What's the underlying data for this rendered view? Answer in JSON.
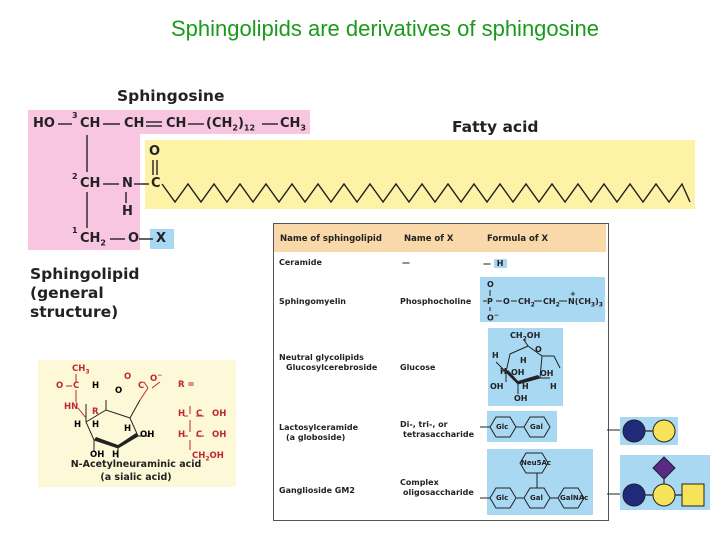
{
  "title": "Sphingolipids are derivatives of sphingosine",
  "structure": {
    "sphingosine_label": "Sphingosine",
    "fatty_acid_label": "Fatty acid",
    "general_label_line1": "Sphingolipid",
    "general_label_line2": "(general",
    "general_label_line3": "structure)",
    "c1_chain": "HO",
    "c3": "3",
    "chain_part1": "CH",
    "chain_part2": "CH",
    "chain_part3": "CH",
    "chain_part4": "(CH",
    "chain_sub": "2",
    "chain_part5": ")",
    "chain_sub2": "12",
    "chain_part6": "CH",
    "chain_sub3": "3",
    "c2_num": "2",
    "c2": "CH",
    "n": "N",
    "c_amide": "C",
    "o_amide": "O",
    "h_amide": "H",
    "c1_num": "1",
    "c1": "CH",
    "c1_sub": "2",
    "o_link": "O",
    "x": "X"
  },
  "table": {
    "headers": [
      "Name of sphingolipid",
      "Name of X",
      "Formula of X"
    ],
    "rows": [
      {
        "name_line1": "Ceramide",
        "name_line2": "",
        "x_line1": "—",
        "x_line2": "",
        "formula": "— H"
      },
      {
        "name_line1": "Sphingomyelin",
        "name_line2": "",
        "x_line1": "Phosphocholine",
        "x_line2": "",
        "formula": "phosphocholine"
      },
      {
        "name_line1": "Neutral glycolipids",
        "name_line2": "Glucosylcerebroside",
        "x_line1": "Glucose",
        "x_line2": "",
        "formula": "glucose"
      },
      {
        "name_line1": "Lactosylceramide",
        "name_line2": "(a globoside)",
        "x_line1": "Di-, tri-, or",
        "x_line2": "tetrasaccharide",
        "formula": "Glc-Gal"
      },
      {
        "name_line1": "Ganglioside GM2",
        "name_line2": "",
        "x_line1": "Complex",
        "x_line2": "oligosaccharide",
        "formula": "GM2"
      }
    ],
    "phosphocholine": {
      "o_top": "O",
      "p": "P",
      "o_mid": "O",
      "ch2a": "CH",
      "ch2b": "CH",
      "plus": "+",
      "n": "N(CH",
      "sub3": "3",
      "close": ")",
      "sub3b": "3",
      "o_bot": "O",
      "minus": "−",
      "sub2": "2"
    },
    "glucose": {
      "ch2oh": "CH",
      "ch2oh_sub": "2",
      "ch2oh_end": "OH",
      "h1": "H",
      "h2": "H",
      "oh1": "OH",
      "h3": "H",
      "oh2": "OH",
      "h4": "H",
      "oh3": "OH",
      "ring_o": "O",
      "h5": "H",
      "oh4": "H",
      "h6": "OH"
    },
    "sugars": {
      "glc": "Glc",
      "gal": "Gal",
      "neu5ac": "Neu5Ac",
      "galnac": "GalNAc"
    }
  },
  "sialic": {
    "caption_line1": "N-Acetylneuraminic acid",
    "caption_line2": "(a sialic acid)",
    "caption_n": "N",
    "ch3": "CH",
    "ch3_sub": "3",
    "o_eq": "O",
    "c_carbonyl": "C",
    "hn": "HN",
    "r": "R",
    "h_a": "H",
    "h_b": "H",
    "o_ring": "O",
    "coo_o": "O",
    "coo_c": "C",
    "coo_minus": "O",
    "oh_right": "OH",
    "h_c": "H",
    "h_d": "H",
    "h_e": "H",
    "oh_bottom": "OH",
    "h_f": "H",
    "r_eq": "R =",
    "r_h1": "H",
    "r_c1": "C",
    "r_oh1": "OH",
    "r_h2": "H",
    "r_c2": "C",
    "r_oh2": "OH",
    "r_ch2oh": "CH",
    "r_ch2oh_sub": "2",
    "r_ch2oh_end": "OH"
  },
  "symbols": {
    "colors": {
      "glc": "#1f2a7a",
      "gal": "#f7e35a",
      "neu5ac": "#5b2a86",
      "galnac": "#f7e35a",
      "blue_box": "#a9d8f2",
      "pink": "#f9c6e2",
      "yellow": "#fdf2a6",
      "header": "#f9d9a9",
      "title": "#1a9a1a"
    }
  }
}
